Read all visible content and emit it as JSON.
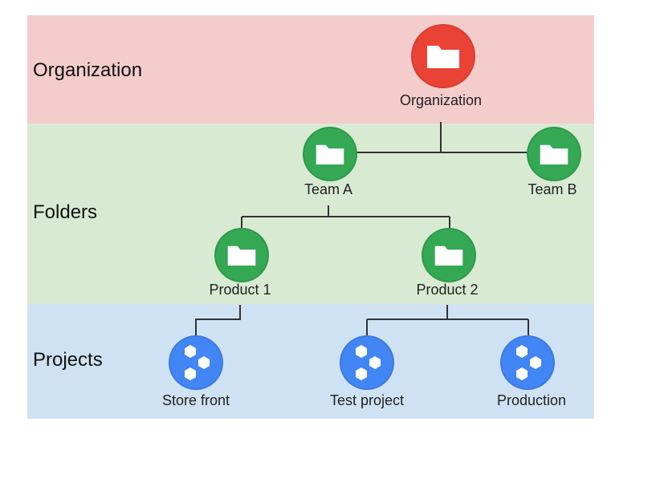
{
  "bands": {
    "organization": "Organization",
    "folders": "Folders",
    "projects": "Projects"
  },
  "nodes": {
    "organization": {
      "label": "Organization",
      "icon": "folder-icon",
      "color": "#ea4335"
    },
    "team_a": {
      "label": "Team A",
      "icon": "folder-icon",
      "color": "#34a853"
    },
    "team_b": {
      "label": "Team B",
      "icon": "folder-icon",
      "color": "#34a853"
    },
    "product_1": {
      "label": "Product 1",
      "icon": "folder-icon",
      "color": "#34a853"
    },
    "product_2": {
      "label": "Product 2",
      "icon": "folder-icon",
      "color": "#34a853"
    },
    "store_front": {
      "label": "Store front",
      "icon": "project-hexagons-icon",
      "color": "#4285f4"
    },
    "test_project": {
      "label": "Test project",
      "icon": "project-hexagons-icon",
      "color": "#4285f4"
    },
    "production": {
      "label": "Production",
      "icon": "project-hexagons-icon",
      "color": "#4285f4"
    }
  },
  "colors": {
    "organization_band": "#f4cccc",
    "folders_band": "#d9ead3",
    "projects_band": "#cfe2f3"
  }
}
